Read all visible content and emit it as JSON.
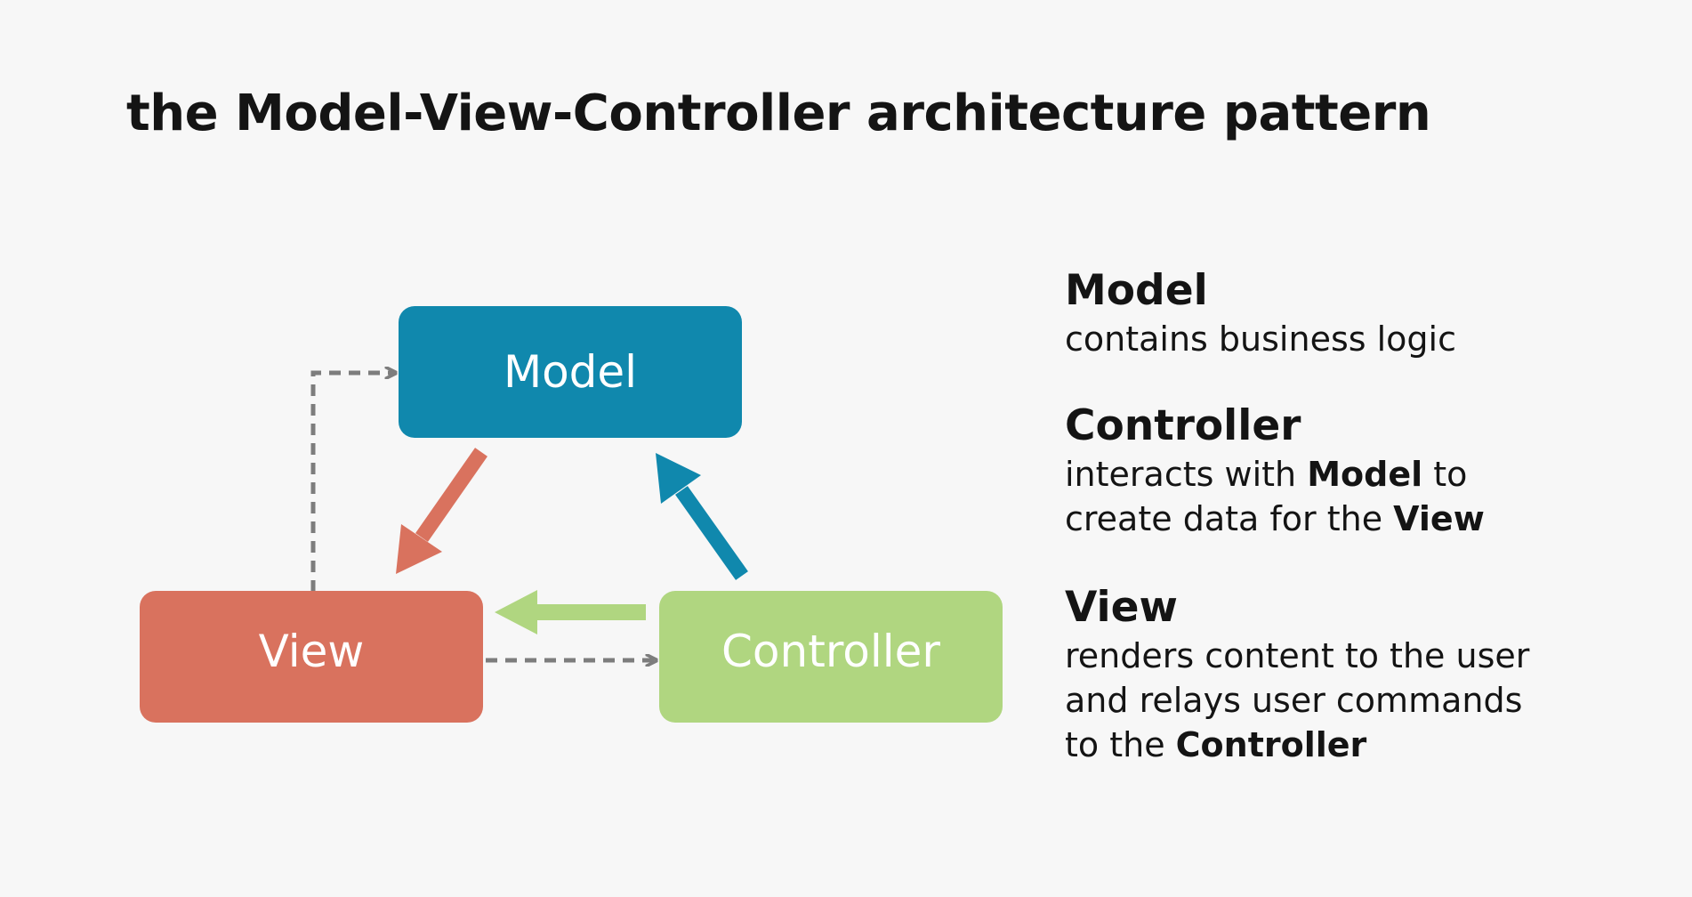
{
  "title": "the Model-View-Controller architecture pattern",
  "nodes": {
    "model": "Model",
    "view": "View",
    "controller": "Controller"
  },
  "legend": {
    "model": {
      "heading": "Model",
      "line1": "contains business logic"
    },
    "controller": {
      "heading": "Controller",
      "line1_pre": "interacts with ",
      "line1_bold": "Model",
      "line1_post": " to",
      "line2_pre": "create data for the ",
      "line2_bold": "View"
    },
    "view": {
      "heading": "View",
      "line1": "renders content to the user",
      "line2": "and relays user commands",
      "line3_pre": "to the ",
      "line3_bold": "Controller"
    }
  },
  "colors": {
    "background": "#f7f7f7",
    "model": "#1088ad",
    "view": "#d9725e",
    "controller": "#b0d680",
    "dashed": "#7d7d7d",
    "text": "#141414"
  }
}
